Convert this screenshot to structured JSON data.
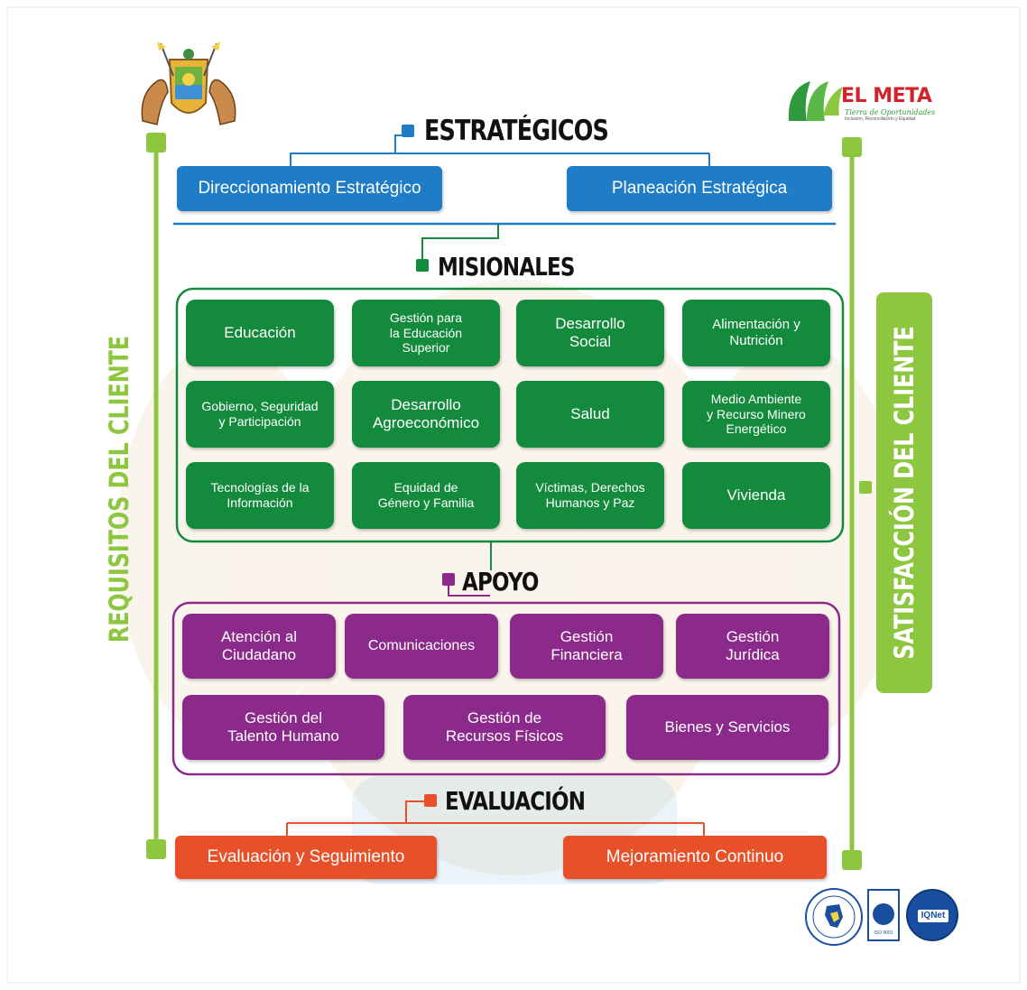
{
  "sections": {
    "estrategicos": {
      "title": "ESTRATÉGICOS",
      "color": "#1f7cc6",
      "items": [
        "Direccionamiento Estratégico",
        "Planeación Estratégica"
      ]
    },
    "misionales": {
      "title": "MISIONALES",
      "color": "#138a3c",
      "items": [
        "Educación",
        "Gestión para\nla Educación\nSuperior",
        "Desarrollo\nSocial",
        "Alimentación y\nNutrición",
        "Gobierno, Seguridad\ny Participación",
        "Desarrollo\nAgroeconómico",
        "Salud",
        "Medio Ambiente\ny Recurso Minero\nEnergético",
        "Tecnologías de la\nInformación",
        "Equidad de\nGénero y Familia",
        "Víctimas, Derechos\nHumanos y Paz",
        "Vivienda"
      ]
    },
    "apoyo": {
      "title": "APOYO",
      "color": "#8c2a8c",
      "items": [
        "Atención al\nCiudadano",
        "Comunicaciones",
        "Gestión\nFinanciera",
        "Gestión\nJurídica",
        "Gestión del\nTalento Humano",
        "Gestión de\nRecursos Físicos",
        "Bienes y Servicios"
      ]
    },
    "evaluacion": {
      "title": "EVALUACIÓN",
      "color": "#e8502a",
      "items": [
        "Evaluación y Seguimiento",
        "Mejoramiento Continuo"
      ]
    }
  },
  "side_labels": {
    "left": "REQUISITOS DEL CLIENTE",
    "right": "SATISFACCIÓN DEL CLIENTE",
    "color": "#8dc63f"
  },
  "logo": {
    "brand": "EL META",
    "tagline": "Tierra de Oportunidades",
    "subtagline": "Inclusión, Reconciliación y Equidad"
  },
  "badges": {
    "cert2": "ISO 9001",
    "cert3": "IQNet"
  }
}
